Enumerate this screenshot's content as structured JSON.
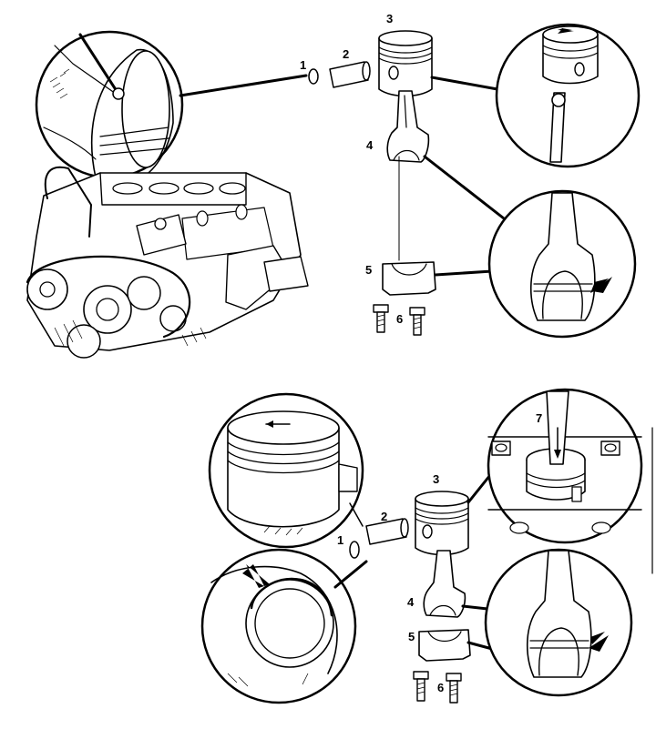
{
  "upper_diagram": {
    "callouts": [
      "1",
      "2",
      "3",
      "4",
      "5",
      "6"
    ]
  },
  "lower_diagram": {
    "callouts": [
      "1",
      "2",
      "3",
      "4",
      "5",
      "6",
      "7"
    ]
  },
  "colors": {
    "ink": "#000000",
    "paper": "#ffffff"
  }
}
